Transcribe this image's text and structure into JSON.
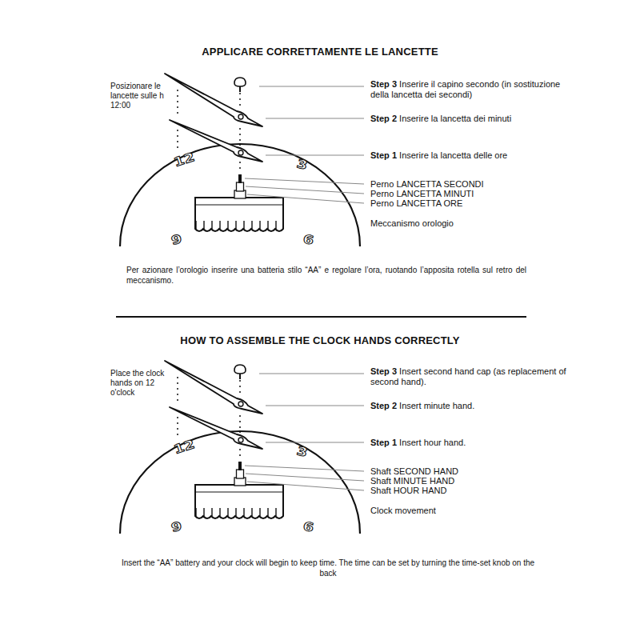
{
  "diagram": {
    "title": "APPLICARE CORRETTAMENTE LE LANCETTE",
    "labels": [
      "Posizionare le lancette sulle h 12:00",
      "Step 3",
      "Inserire il capino secondo (in sostituzione della lancetta dei secondi)",
      "Step 2",
      "Inserire la lancetta dei minuti",
      "Step 1",
      "Inserire la lancetta delle ore",
      "Perno LANCETTA SECONDI",
      "Perno LANCETTA MINUTI",
      "Perno LANCETTA ORE",
      "Meccanismo orologio",
      "12",
      "3",
      "9",
      "6",
      "Per azionare l’orologio inserire una batteria stilo “AA” e regolare l’ora, ruotando l’apposita rotella sul retro del meccanismo.",
      "HOW TO ASSEMBLE THE CLOCK HANDS CORRECTLY",
      "Place the clock hands on 12 o'clock",
      "Step 3",
      "Insert second hand cap (as replacement of second hand).",
      "Step 2",
      "Insert minute hand.",
      "Step 1",
      "Insert hour hand.",
      "Shaft SECOND HAND",
      "Shaft MINUTE HAND",
      "Shaft HOUR HAND",
      "Clock movement",
      "12",
      "3",
      "9",
      "6",
      "Insert the “AA” battery and your clock will begin to keep time. The time can be set by turning the time-set knob on the back"
    ]
  }
}
